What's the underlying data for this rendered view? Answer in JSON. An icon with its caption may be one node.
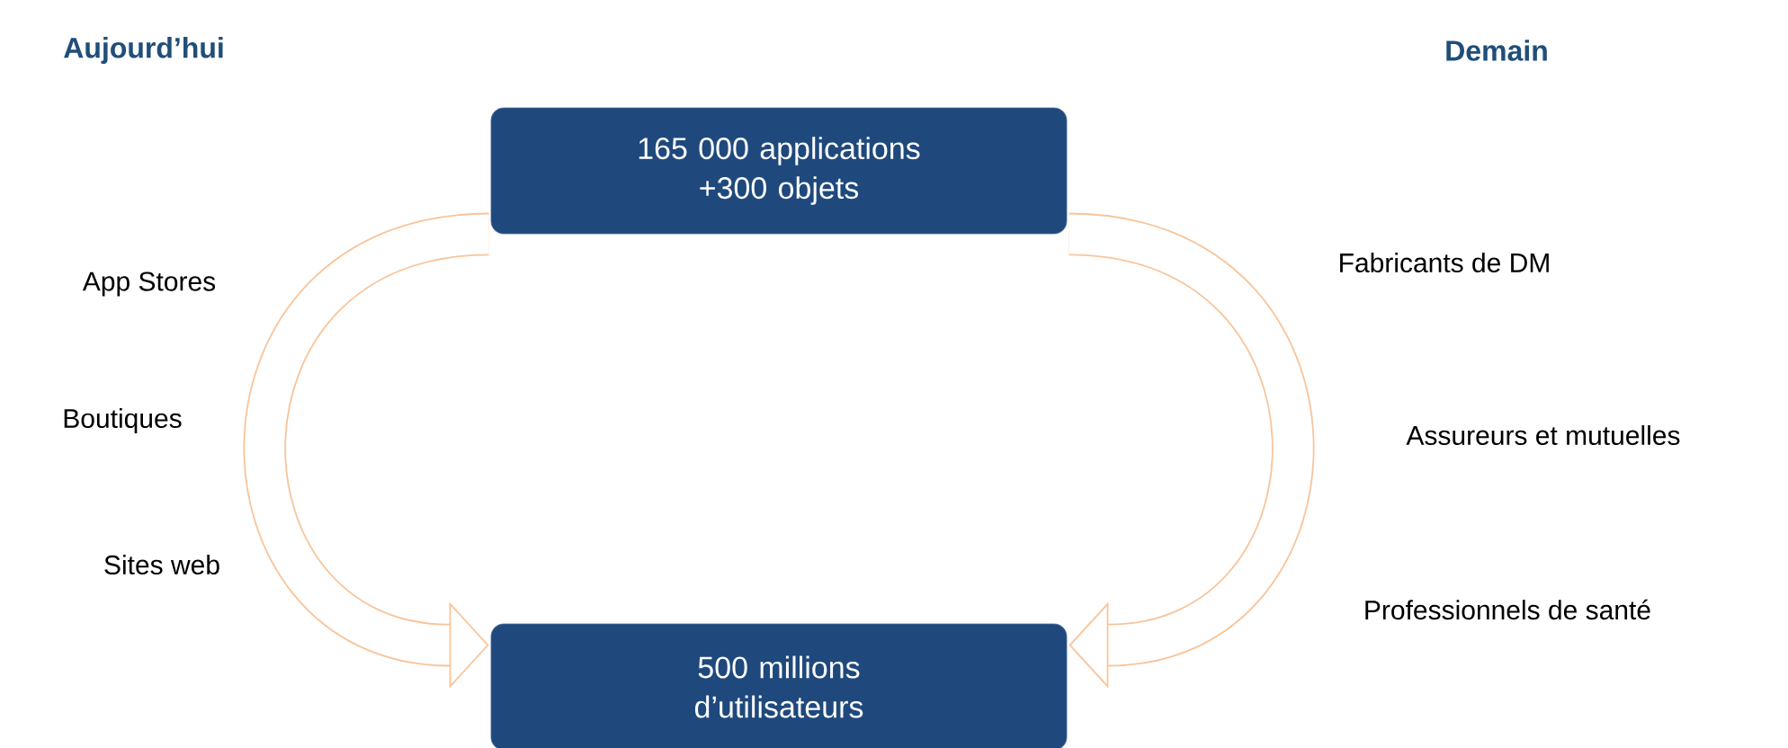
{
  "diagram": {
    "nodes": [
      {
        "text": [
          "165 000 applications +300 objets"
        ]
      },
      {
        "text": [
          "500 millions d’utilisateurs"
        ]
      }
    ],
    "edges": [
      {
        "from": 0,
        "to": 1,
        "arrow": "to"
      },
      {
        "from": 0,
        "to": 1,
        "arrow": "to"
      }
    ],
    "labels": [
      "Aujourd’hui",
      "Demain",
      "App Stores",
      "Boutiques",
      "Sites web",
      "Fabricants de DM",
      "Assureurs et mutuelles",
      "Professionnels de santé"
    ]
  }
}
